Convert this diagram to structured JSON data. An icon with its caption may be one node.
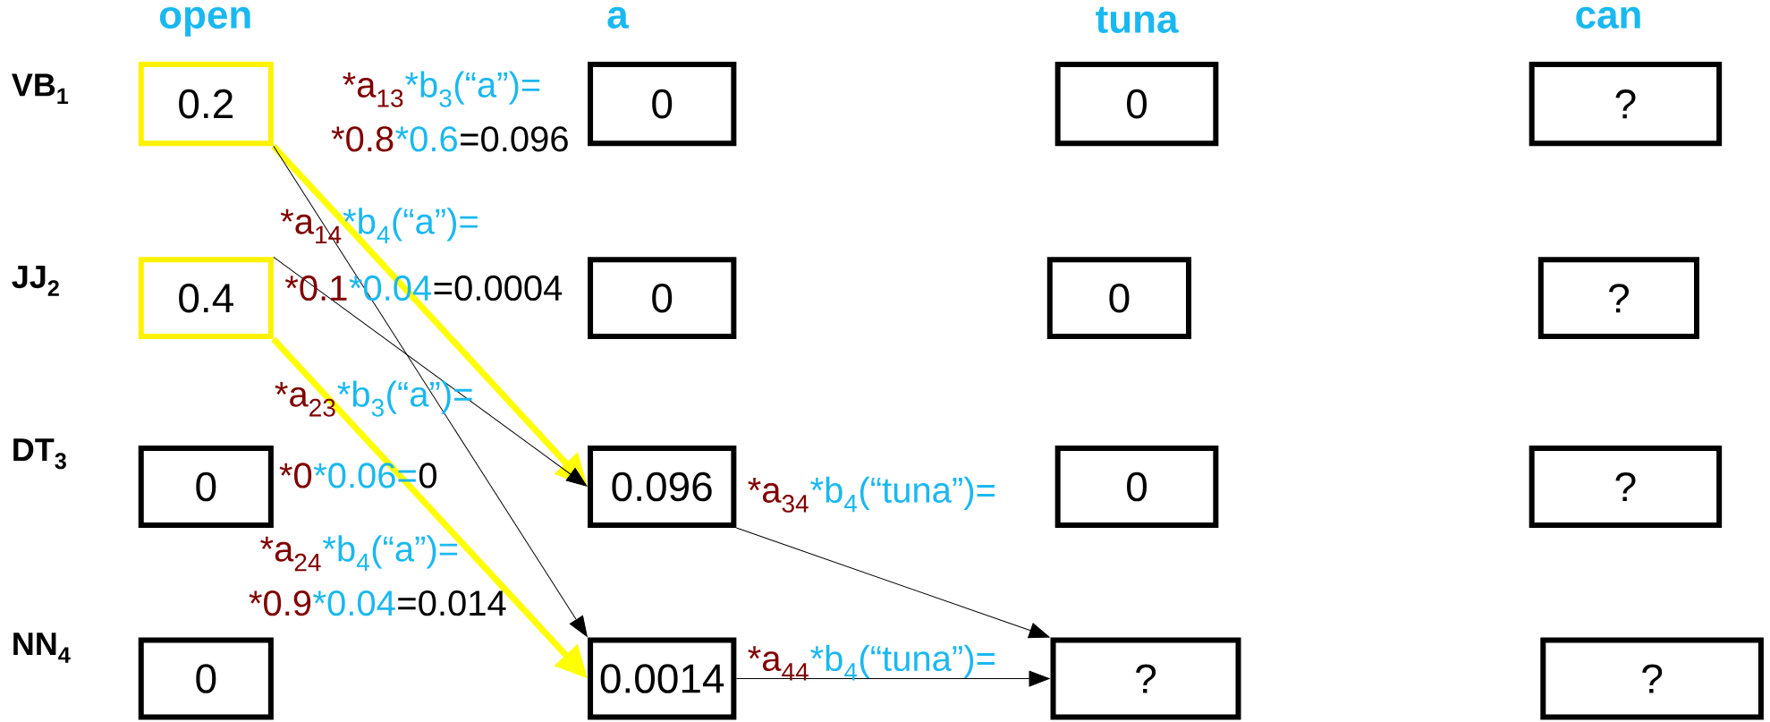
{
  "diagram": {
    "nodes": [
      {
        "text": [
          "0.2"
        ]
      },
      {
        "text": [
          "0"
        ]
      },
      {
        "text": [
          "0"
        ]
      },
      {
        "text": [
          "?"
        ]
      },
      {
        "text": [
          "0.4"
        ]
      },
      {
        "text": [
          "0"
        ]
      },
      {
        "text": [
          "0"
        ]
      },
      {
        "text": [
          "?"
        ]
      },
      {
        "text": [
          "0"
        ]
      },
      {
        "text": [
          "0.096"
        ]
      },
      {
        "text": [
          "0"
        ]
      },
      {
        "text": [
          "?"
        ]
      },
      {
        "text": [
          "0"
        ]
      },
      {
        "text": [
          "0.0014"
        ]
      },
      {
        "text": [
          "?"
        ]
      },
      {
        "text": [
          "?"
        ]
      }
    ],
    "edges": [
      {
        "from": 0,
        "to": 9,
        "arrow": "to",
        "style": "thick",
        "color": "#ffff00"
      },
      {
        "from": 0,
        "to": 13,
        "arrow": "to"
      },
      {
        "from": 4,
        "to": 9,
        "arrow": "to"
      },
      {
        "from": 4,
        "to": 13,
        "arrow": "to",
        "style": "thick",
        "color": "#ffff00"
      },
      {
        "from": 9,
        "to": 14,
        "arrow": "to"
      },
      {
        "from": 13,
        "to": 14,
        "arrow": "to"
      }
    ],
    "labels": [
      "open",
      "a",
      "tuna",
      "can",
      "VB$_{1}$",
      "*a$_{13}$",
      "*b$_{3}$(“a”)=",
      "*0.8",
      "*0.6",
      "=0.096",
      "*a$_{14}$",
      "*b$_{4}$(“a”)=",
      "JJ$_{2}$",
      "*0.1",
      "*0.04",
      "=0.0004",
      "*a$_{23}$",
      "*b$_{3}$(“a”)=",
      "DT$_{3}$",
      "*0",
      "*0.06=",
      "0",
      "*a$_{34}$",
      "*b$_{4}$(“tuna”)=",
      "*a$_{24}$",
      "*b$_{4}$(“a”)=",
      "*0.9",
      "*0.04",
      "=0.014",
      "NN$_{4}$",
      "*a$_{44}$",
      "*b$_{4}$(“tuna”)="
    ]
  }
}
